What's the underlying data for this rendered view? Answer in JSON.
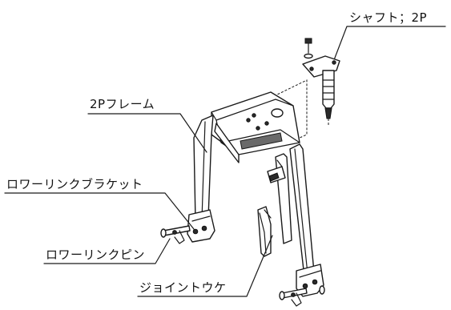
{
  "labels": {
    "shaft": "シャフト；2P",
    "frame": "2Pフレーム",
    "lower_link_bracket": "ロワーリンクブラケット",
    "lower_link_pin": "ロワーリンクピン",
    "joint_receiver": "ジョイントウケ"
  },
  "colors": {
    "line": "#1a1a1a",
    "background": "#ffffff"
  }
}
